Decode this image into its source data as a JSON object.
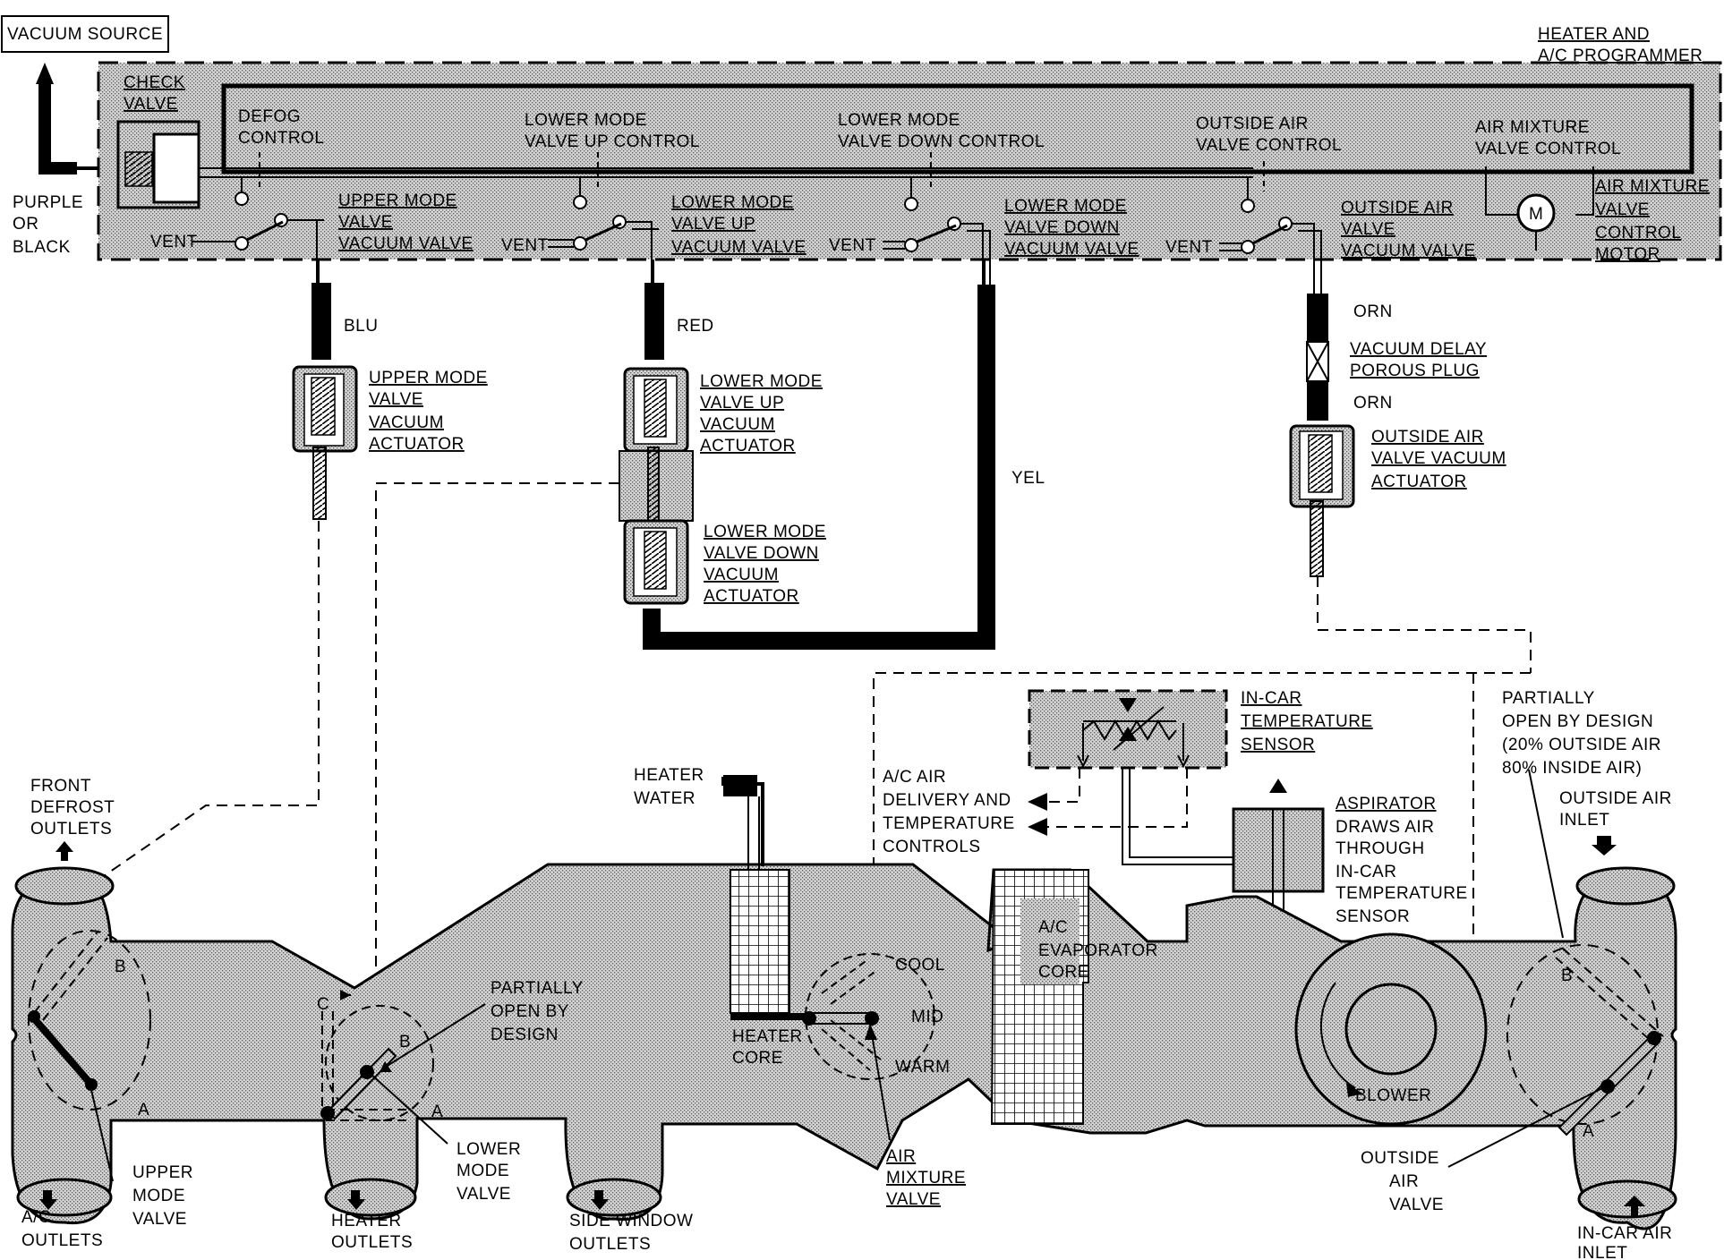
{
  "labels": {
    "vacuum_source": "VACUUM SOURCE",
    "programmer_1": "HEATER AND",
    "programmer_2": "A/C PROGRAMMER",
    "check_valve_1": "CHECK",
    "check_valve_2": "VALVE",
    "purple_1": "PURPLE",
    "purple_2": "OR",
    "purple_3": "BLACK",
    "defog_1": "DEFOG",
    "defog_2": "CONTROL",
    "lmu_ctrl_1": "LOWER MODE",
    "lmu_ctrl_2": "VALVE UP CONTROL",
    "lmd_ctrl_1": "LOWER MODE",
    "lmd_ctrl_2": "VALVE DOWN CONTROL",
    "oa_ctrl_1": "OUTSIDE AIR",
    "oa_ctrl_2": "VALVE CONTROL",
    "am_ctrl_1": "AIR MIXTURE",
    "am_ctrl_2": "VALVE CONTROL",
    "vent": "VENT",
    "umvv_1": "UPPER MODE",
    "umvv_2": "VALVE",
    "umvv_3": "VACUUM VALVE",
    "lmuvv_1": "LOWER MODE",
    "lmuvv_2": "VALVE UP",
    "lmuvv_3": "VACUUM VALVE",
    "lmdvv_1": "LOWER MODE",
    "lmdvv_2": "VALVE DOWN",
    "lmdvv_3": "VACUUM VALVE",
    "oavv_1": "OUTSIDE AIR",
    "oavv_2": "VALVE",
    "oavv_3": "VACUUM VALVE",
    "motor_1": "AIR MIXTURE",
    "motor_2": "VALVE",
    "motor_3": "CONTROL",
    "motor_4": "MOTOR",
    "motor_symbol": "M",
    "blu": "BLU",
    "red": "RED",
    "yel": "YEL",
    "orn": "ORN",
    "umva_1": "UPPER MODE",
    "umva_2": "VALVE",
    "umva_3": "VACUUM",
    "umva_4": "ACTUATOR",
    "lmua_1": "LOWER MODE",
    "lmua_2": "VALVE UP",
    "lmua_3": "VACUUM",
    "lmua_4": "ACTUATOR",
    "lmda_1": "LOWER MODE",
    "lmda_2": "VALVE DOWN",
    "lmda_3": "VACUUM",
    "lmda_4": "ACTUATOR",
    "delay_1": "VACUUM DELAY",
    "delay_2": "POROUS PLUG",
    "oaa_1": "OUTSIDE AIR",
    "oaa_2": "VALVE VACUUM",
    "oaa_3": "ACTUATOR",
    "incar_1": "IN-CAR",
    "incar_2": "TEMPERATURE",
    "incar_3": "SENSOR",
    "acair_1": "A/C AIR",
    "acair_2": "DELIVERY AND",
    "acair_3": "TEMPERATURE",
    "acair_4": "CONTROLS",
    "asp_1": "ASPIRATOR",
    "asp_2": "DRAWS AIR",
    "asp_3": "THROUGH",
    "asp_4": "IN-CAR",
    "asp_5": "TEMPERATURE",
    "asp_6": "SENSOR",
    "partial_r_1": "PARTIALLY",
    "partial_r_2": "OPEN BY DESIGN",
    "partial_r_3": "(20% OUTSIDE AIR",
    "partial_r_4": "80% INSIDE AIR)",
    "oai_1": "OUTSIDE AIR",
    "oai_2": "INLET",
    "heater_water_1": "HEATER",
    "heater_water_2": "WATER",
    "front_1": "FRONT",
    "front_2": "DEFROST",
    "front_3": "OUTLETS",
    "partial_l_1": "PARTIALLY",
    "partial_l_2": "OPEN BY",
    "partial_l_3": "DESIGN",
    "heater_core_1": "HEATER",
    "heater_core_2": "CORE",
    "cool": "COOL",
    "mid": "MID",
    "warm": "WARM",
    "evap_1": "A/C",
    "evap_2": "EVAPORATOR",
    "evap_3": "CORE",
    "blower": "BLOWER",
    "upper_mode_1": "UPPER",
    "upper_mode_2": "MODE",
    "upper_mode_3": "VALVE",
    "lower_mode_1": "LOWER",
    "lower_mode_2": "MODE",
    "lower_mode_3": "VALVE",
    "ac_outlets_1": "A/C",
    "ac_outlets_2": "OUTLETS",
    "heater_outlets_1": "HEATER",
    "heater_outlets_2": "OUTLETS",
    "side_window_1": "SIDE WINDOW",
    "side_window_2": "OUTLETS",
    "airmix_1": "AIR",
    "airmix_2": "MIXTURE",
    "airmix_3": "VALVE",
    "oav_1": "OUTSIDE",
    "oav_2": "AIR",
    "oav_3": "VALVE",
    "incar_inlet_1": "IN-CAR AIR",
    "incar_inlet_2": "INLET",
    "pos_a": "A",
    "pos_b": "B",
    "pos_c": "C"
  },
  "colors": {
    "fill_stipple": "#c8c8c8",
    "line": "#000000"
  }
}
